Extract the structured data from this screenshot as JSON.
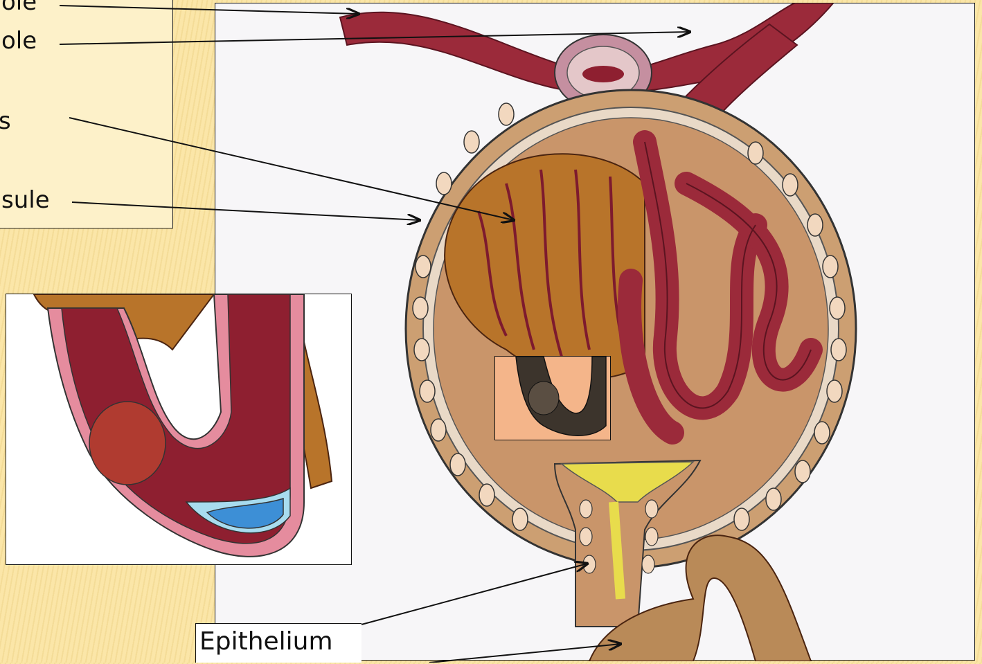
{
  "labels": {
    "afferent_partial": "ole",
    "efferent_partial": "ole",
    "capillaries_partial": "s",
    "capsule_partial": "sule",
    "epithelium": "Epithelium"
  },
  "colors": {
    "vessel": "#8f2234",
    "capsule": "#c99a6e",
    "podocyte": "#b8742a",
    "background": "#fbe6a8"
  }
}
